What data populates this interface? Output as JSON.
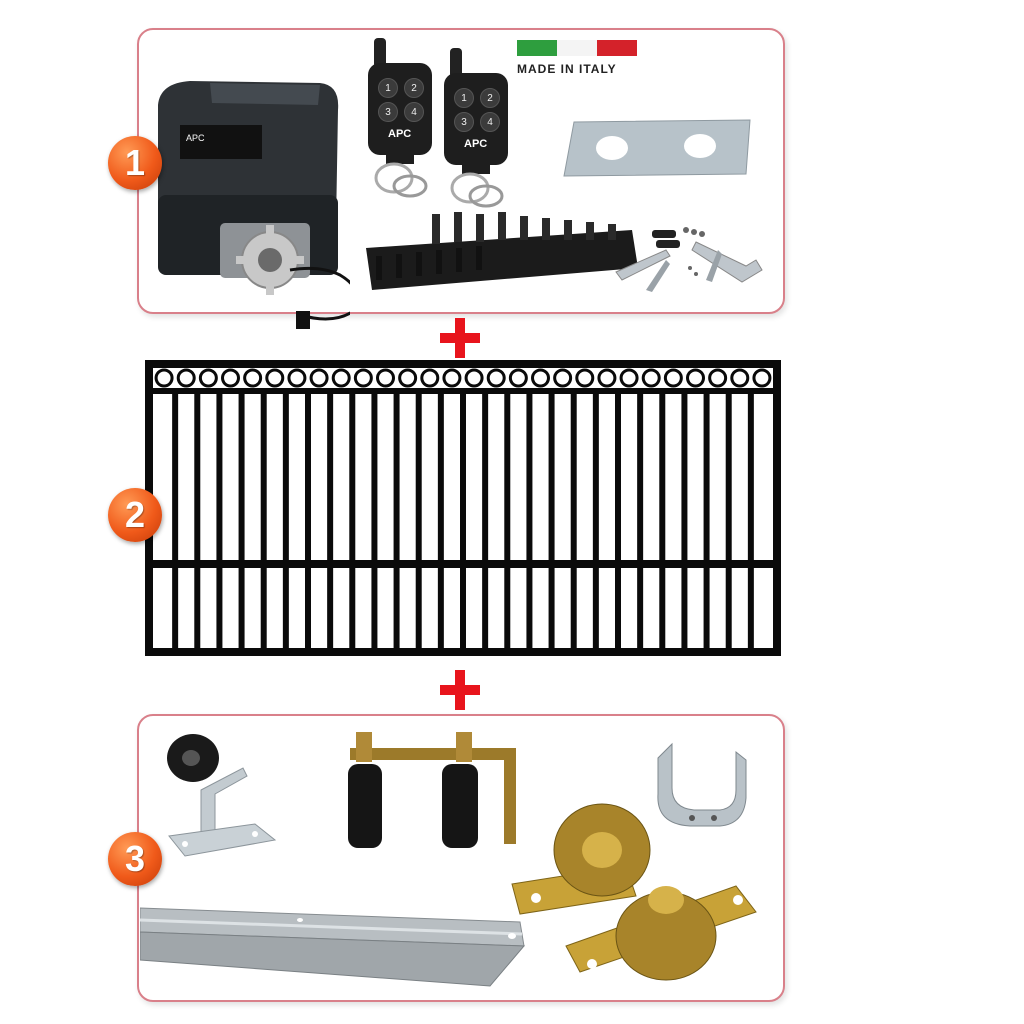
{
  "badges": {
    "one": "1",
    "two": "2",
    "three": "3"
  },
  "label_made_in": "MADE IN ITALY",
  "remote": {
    "buttons": [
      "1",
      "2",
      "3",
      "4"
    ],
    "brand": "APC"
  },
  "motor": {
    "brand": "APC"
  },
  "colors": {
    "panel_border": "#d9808a",
    "plus": "#e8141c",
    "badge": "#f05a1a",
    "flag_green": "#2e9e3e",
    "flag_white": "#ffffff",
    "flag_red": "#d4222a",
    "gate": "#0a0a0a"
  },
  "icons": [
    "plus-icon",
    "italian-flag-icon"
  ]
}
